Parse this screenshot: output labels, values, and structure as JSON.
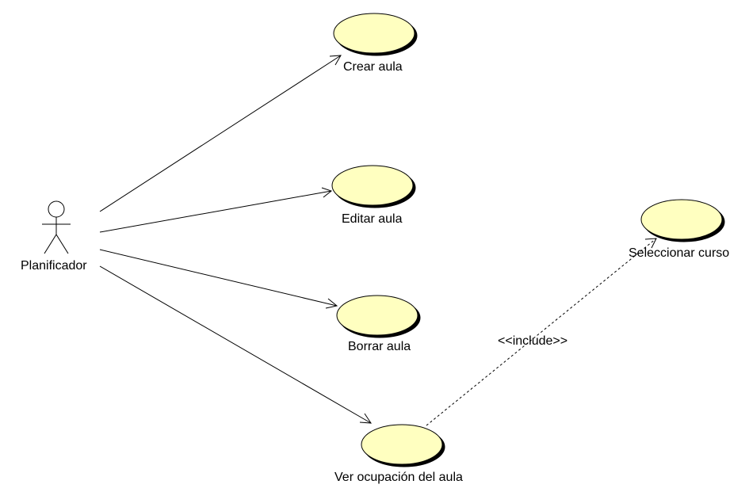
{
  "diagram": {
    "type": "use-case",
    "actor": {
      "name": "Planificador"
    },
    "use_cases": [
      {
        "id": "crear",
        "label": "Crear aula"
      },
      {
        "id": "editar",
        "label": "Editar aula"
      },
      {
        "id": "borrar",
        "label": "Borrar aula"
      },
      {
        "id": "ver",
        "label": "Ver ocupación del aula"
      },
      {
        "id": "seleccionar",
        "label": "Seleccionar curso"
      }
    ],
    "associations": [
      {
        "from": "actor",
        "to": "crear"
      },
      {
        "from": "actor",
        "to": "editar"
      },
      {
        "from": "actor",
        "to": "borrar"
      },
      {
        "from": "actor",
        "to": "ver"
      }
    ],
    "include": {
      "from": "ver",
      "to": "seleccionar",
      "label": "<<include>>"
    }
  },
  "colors": {
    "use_case_fill": "#ffffc0",
    "line": "#000000",
    "actor_stroke": "#000000"
  }
}
